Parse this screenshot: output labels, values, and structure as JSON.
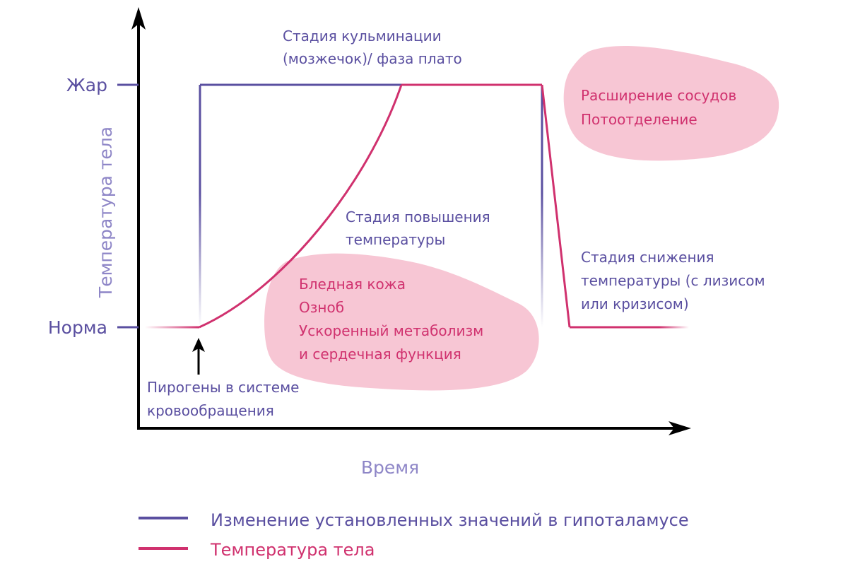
{
  "colors": {
    "setpoint": "#5a4fa0",
    "body_temp": "#d0316e",
    "blob": "#f7c6d4",
    "axis": "#000000",
    "axis_title": "#8e86c7"
  },
  "axes": {
    "y_title": "Температура тела",
    "x_title": "Время",
    "levels": {
      "high": "Жар",
      "normal": "Норма"
    }
  },
  "annotations": {
    "plateau_line1": "Стадия кульминации",
    "plateau_line2": "(мозжечок)/ фаза плато",
    "rise_line1": "Стадия повышения",
    "rise_line2": "температуры",
    "fall_line1": "Стадия снижения",
    "fall_line2": "температуры (с лизисом",
    "fall_line3": "или кризисом)",
    "pyrogens_line1": "Пирогены в системе",
    "pyrogens_line2": "кровообращения"
  },
  "rise_effects": {
    "line1": "Бледная кожа",
    "line2": "Озноб",
    "line3": "Ускоренный метаболизм",
    "line4": "и сердечная функция"
  },
  "fall_effects": {
    "line1": "Расширение сосудов",
    "line2": "Потоотделение"
  },
  "legend": {
    "setpoint": "Изменение установленных значений в гипоталамусе",
    "body_temp": "Температура тела"
  }
}
